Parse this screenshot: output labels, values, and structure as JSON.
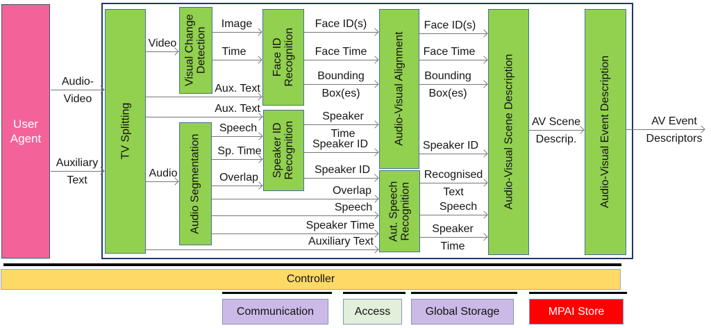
{
  "colors": {
    "module_green": "#92D050",
    "module_border": "#41719C",
    "user_agent_pink": "#F4629A",
    "frame_navy": "#1F3864",
    "arrow_gray": "#767676",
    "controller_yellow": "#FFD966",
    "legend_purple": "#CBBAE8",
    "legend_pale_green": "#E2EFDA",
    "legend_red": "#FF0000"
  },
  "user_agent": {
    "label_lines": [
      "User",
      "Agent"
    ]
  },
  "modules": [
    {
      "id": "tv-splitting",
      "label_lines": [
        "TV Splitting"
      ]
    },
    {
      "id": "visual-change-detection",
      "label_lines": [
        "Visual Change",
        "Detection"
      ]
    },
    {
      "id": "face-id-recognition",
      "label_lines": [
        "Face ID",
        "Recognition"
      ]
    },
    {
      "id": "audio-segmentation",
      "label_lines": [
        "Audio Segmentation"
      ]
    },
    {
      "id": "speaker-id-recognition",
      "label_lines": [
        "Speaker ID",
        "Recognition"
      ]
    },
    {
      "id": "audio-visual-alignment",
      "label_lines": [
        "Audio-Visual Alignment"
      ]
    },
    {
      "id": "aut-speech-recognition",
      "label_lines": [
        "Aut. Speech",
        "Recognition"
      ]
    },
    {
      "id": "audio-visual-scene-description",
      "label_lines": [
        "Audio-Visual Scene Description"
      ]
    },
    {
      "id": "audio-visual-event-description",
      "label_lines": [
        "Audio-Visual Event Description"
      ]
    }
  ],
  "flows": [
    {
      "id": "audio-video",
      "label_lines": [
        "Audio-",
        "Video"
      ],
      "wrap": true,
      "from": "user-agent",
      "to": "tv-splitting"
    },
    {
      "id": "auxiliary-text-in",
      "label_lines": [
        "Auxiliary",
        "Text"
      ],
      "wrap": true,
      "from": "user-agent",
      "to": "tv-splitting"
    },
    {
      "id": "video",
      "label_lines": [
        "Video"
      ],
      "wrap": false,
      "from": "tv-splitting",
      "to": "visual-change-detection"
    },
    {
      "id": "audio",
      "label_lines": [
        "Audio"
      ],
      "wrap": false,
      "from": "tv-splitting",
      "to": "audio-segmentation"
    },
    {
      "id": "image",
      "label_lines": [
        "Image"
      ],
      "wrap": false,
      "from": "visual-change-detection",
      "to": "face-id-recognition"
    },
    {
      "id": "time",
      "label_lines": [
        "Time"
      ],
      "wrap": false,
      "from": "visual-change-detection",
      "to": "face-id-recognition"
    },
    {
      "id": "aux-text-1",
      "label_lines": [
        "Aux. Text"
      ],
      "wrap": false,
      "from": "tv-splitting",
      "to": "face-id-recognition"
    },
    {
      "id": "aux-text-2",
      "label_lines": [
        "Aux. Text"
      ],
      "wrap": false,
      "from": "tv-splitting",
      "to": "speaker-id-recognition"
    },
    {
      "id": "speech-1",
      "label_lines": [
        "Speech"
      ],
      "wrap": false,
      "from": "audio-segmentation",
      "to": "speaker-id-recognition"
    },
    {
      "id": "sp-time",
      "label_lines": [
        "Sp. Time"
      ],
      "wrap": false,
      "from": "audio-segmentation",
      "to": "speaker-id-recognition"
    },
    {
      "id": "overlap-1",
      "label_lines": [
        "Overlap"
      ],
      "wrap": false,
      "from": "audio-segmentation",
      "to": "speaker-id-recognition"
    },
    {
      "id": "face-ids-1",
      "label_lines": [
        "Face ID(s)"
      ],
      "wrap": false,
      "from": "face-id-recognition",
      "to": "audio-visual-alignment"
    },
    {
      "id": "face-time-1",
      "label_lines": [
        "Face Time"
      ],
      "wrap": false,
      "from": "face-id-recognition",
      "to": "audio-visual-alignment"
    },
    {
      "id": "bounding-boxes-1",
      "label_lines": [
        "Bounding",
        "Box(es)"
      ],
      "wrap": true,
      "from": "face-id-recognition",
      "to": "audio-visual-alignment"
    },
    {
      "id": "speaker-time-1",
      "label_lines": [
        "Speaker",
        "Time"
      ],
      "wrap": true,
      "from": "speaker-id-recognition",
      "to": "audio-visual-alignment"
    },
    {
      "id": "speaker-id-1",
      "label_lines": [
        "Speaker ID"
      ],
      "wrap": false,
      "from": "speaker-id-recognition",
      "to": "audio-visual-alignment"
    },
    {
      "id": "speaker-id-2",
      "label_lines": [
        "Speaker ID"
      ],
      "wrap": false,
      "from": "speaker-id-recognition",
      "to": "aut-speech-recognition"
    },
    {
      "id": "overlap-2",
      "label_lines": [
        "Overlap"
      ],
      "wrap": false,
      "from": "audio-segmentation",
      "to": "aut-speech-recognition"
    },
    {
      "id": "speech-2",
      "label_lines": [
        "Speech"
      ],
      "wrap": false,
      "from": "audio-segmentation",
      "to": "aut-speech-recognition"
    },
    {
      "id": "speaker-time-2",
      "label_lines": [
        "Speaker Time"
      ],
      "wrap": false,
      "from": "audio-segmentation",
      "to": "aut-speech-recognition"
    },
    {
      "id": "auxiliary-text-2",
      "label_lines": [
        "Auxiliary Text"
      ],
      "wrap": false,
      "from": "tv-splitting",
      "to": "aut-speech-recognition"
    },
    {
      "id": "face-ids-2",
      "label_lines": [
        "Face ID(s)"
      ],
      "wrap": false,
      "from": "audio-visual-alignment",
      "to": "audio-visual-scene-description"
    },
    {
      "id": "face-time-2",
      "label_lines": [
        "Face Time"
      ],
      "wrap": false,
      "from": "audio-visual-alignment",
      "to": "audio-visual-scene-description"
    },
    {
      "id": "bounding-boxes-2",
      "label_lines": [
        "Bounding",
        "Box(es)"
      ],
      "wrap": true,
      "from": "audio-visual-alignment",
      "to": "audio-visual-scene-description"
    },
    {
      "id": "speaker-id-3",
      "label_lines": [
        "Speaker ID"
      ],
      "wrap": false,
      "from": "audio-visual-alignment",
      "to": "audio-visual-scene-description"
    },
    {
      "id": "recognised-text",
      "label_lines": [
        "Recognised",
        "Text"
      ],
      "wrap": true,
      "from": "aut-speech-recognition",
      "to": "audio-visual-scene-description"
    },
    {
      "id": "speech-3",
      "label_lines": [
        "Speech"
      ],
      "wrap": false,
      "from": "aut-speech-recognition",
      "to": "audio-visual-scene-description"
    },
    {
      "id": "speaker-time-3",
      "label_lines": [
        "Speaker",
        "Time"
      ],
      "wrap": true,
      "from": "aut-speech-recognition",
      "to": "audio-visual-scene-description"
    },
    {
      "id": "av-scene-descrip",
      "label_lines": [
        "AV Scene",
        "Descrip."
      ],
      "wrap": true,
      "from": "audio-visual-scene-description",
      "to": "audio-visual-event-description"
    },
    {
      "id": "av-event-descriptors",
      "label_lines": [
        "AV Event",
        "Descriptors"
      ],
      "wrap": true,
      "from": "audio-visual-event-description",
      "to": "output"
    }
  ],
  "controller": {
    "label": "Controller"
  },
  "legend": [
    {
      "id": "communication",
      "label": "Communication",
      "fill": "#CBBAE8",
      "text_color": "#111111"
    },
    {
      "id": "access",
      "label": "Access",
      "fill": "#E2EFDA",
      "text_color": "#111111"
    },
    {
      "id": "global-storage",
      "label": "Global Storage",
      "fill": "#CBBAE8",
      "text_color": "#111111"
    },
    {
      "id": "mpai-store",
      "label": "MPAI Store",
      "fill": "#FF0000",
      "text_color": "#FFFFFF"
    }
  ]
}
